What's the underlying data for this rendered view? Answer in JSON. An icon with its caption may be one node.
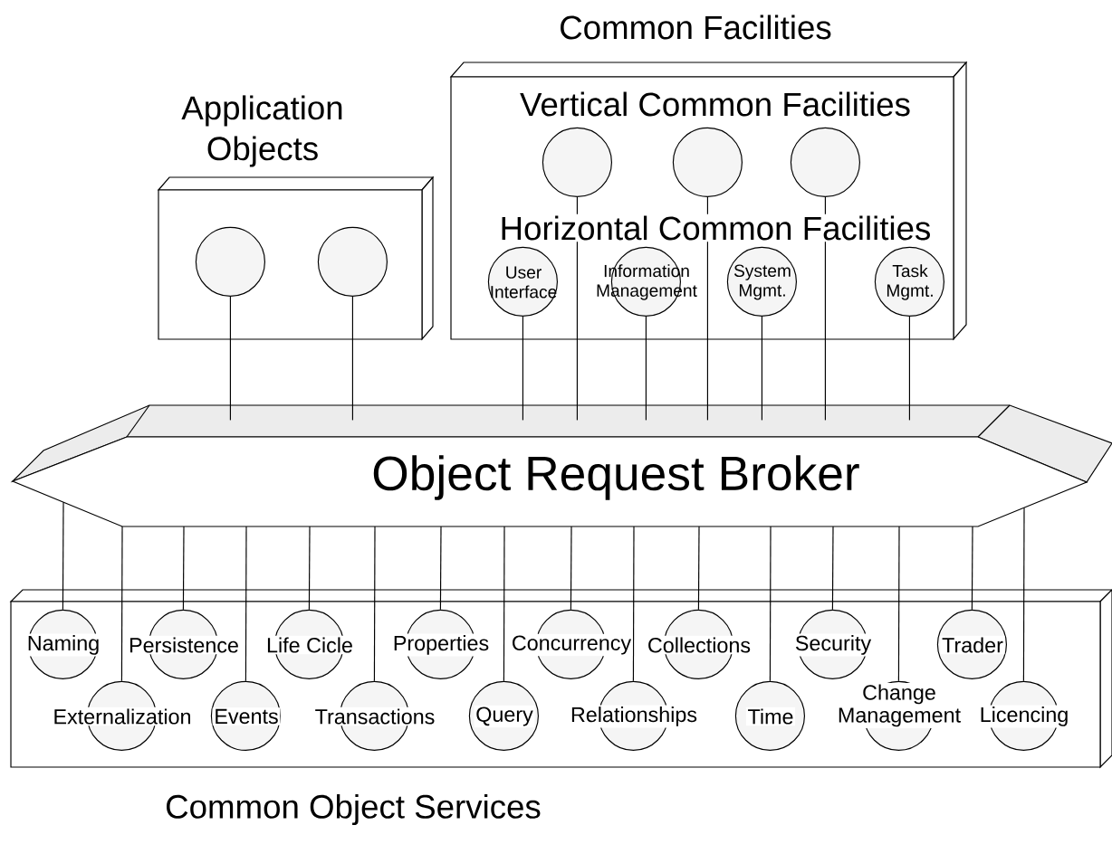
{
  "diagram": {
    "nodes": [
      {
        "text": [
          "Application Objects"
        ]
      },
      {
        "text": [],
        "shape": "circle",
        "in": 0
      },
      {
        "text": [],
        "shape": "circle",
        "in": 0
      },
      {
        "text": [
          "Common Facilities",
          "Vertical Common Facilities",
          "Horizontal Common Facilities"
        ]
      },
      {
        "text": [],
        "shape": "circle",
        "in": 3
      },
      {
        "text": [],
        "shape": "circle",
        "in": 3
      },
      {
        "text": [],
        "shape": "circle",
        "in": 3
      },
      {
        "text": [
          "User Interface"
        ],
        "in": 3
      },
      {
        "text": [
          "Information Management"
        ],
        "in": 3
      },
      {
        "text": [
          "System Mgmt."
        ],
        "in": 3
      },
      {
        "text": [
          "Task Mgmt."
        ],
        "in": 3
      },
      {
        "text": [
          "Object Request Broker"
        ]
      },
      {
        "text": [
          "Common Object Services"
        ]
      },
      {
        "text": [
          "Naming"
        ],
        "in": 12
      },
      {
        "text": [
          "Externalization"
        ],
        "in": 12
      },
      {
        "text": [
          "Persistence"
        ],
        "in": 12
      },
      {
        "text": [
          "Events"
        ],
        "in": 12
      },
      {
        "text": [
          "Life Cicle"
        ],
        "in": 12
      },
      {
        "text": [
          "Transactions"
        ],
        "in": 12
      },
      {
        "text": [
          "Properties"
        ],
        "in": 12
      },
      {
        "text": [
          "Query"
        ],
        "in": 12
      },
      {
        "text": [
          "Concurrency"
        ],
        "in": 12
      },
      {
        "text": [
          "Relationships"
        ],
        "in": 12
      },
      {
        "text": [
          "Collections"
        ],
        "in": 12
      },
      {
        "text": [
          "Time"
        ],
        "in": 12
      },
      {
        "text": [
          "Security"
        ],
        "in": 12
      },
      {
        "text": [
          "Change Management"
        ],
        "in": 12
      },
      {
        "text": [
          "Trader"
        ],
        "in": 12
      },
      {
        "text": [
          "Licencing"
        ],
        "in": 12
      }
    ],
    "edges": [
      {
        "from": 1,
        "to": 11,
        "arrow": "none"
      },
      {
        "from": 2,
        "to": 11,
        "arrow": "none"
      },
      {
        "from": 7,
        "to": 11,
        "arrow": "none"
      },
      {
        "from": 4,
        "to": 11,
        "arrow": "none"
      },
      {
        "from": 8,
        "to": 11,
        "arrow": "none"
      },
      {
        "from": 5,
        "to": 11,
        "arrow": "none"
      },
      {
        "from": 9,
        "to": 11,
        "arrow": "none"
      },
      {
        "from": 6,
        "to": 11,
        "arrow": "none"
      },
      {
        "from": 10,
        "to": 11,
        "arrow": "none"
      },
      {
        "from": 11,
        "to": 13,
        "arrow": "none"
      },
      {
        "from": 11,
        "to": 14,
        "arrow": "none"
      },
      {
        "from": 11,
        "to": 15,
        "arrow": "none"
      },
      {
        "from": 11,
        "to": 16,
        "arrow": "none"
      },
      {
        "from": 11,
        "to": 17,
        "arrow": "none"
      },
      {
        "from": 11,
        "to": 18,
        "arrow": "none"
      },
      {
        "from": 11,
        "to": 19,
        "arrow": "none"
      },
      {
        "from": 11,
        "to": 20,
        "arrow": "none"
      },
      {
        "from": 11,
        "to": 21,
        "arrow": "none"
      },
      {
        "from": 11,
        "to": 22,
        "arrow": "none"
      },
      {
        "from": 11,
        "to": 23,
        "arrow": "none"
      },
      {
        "from": 11,
        "to": 24,
        "arrow": "none"
      },
      {
        "from": 11,
        "to": 25,
        "arrow": "none"
      },
      {
        "from": 11,
        "to": 26,
        "arrow": "none"
      },
      {
        "from": 11,
        "to": 27,
        "arrow": "none"
      },
      {
        "from": 11,
        "to": 28,
        "arrow": "none"
      }
    ]
  }
}
